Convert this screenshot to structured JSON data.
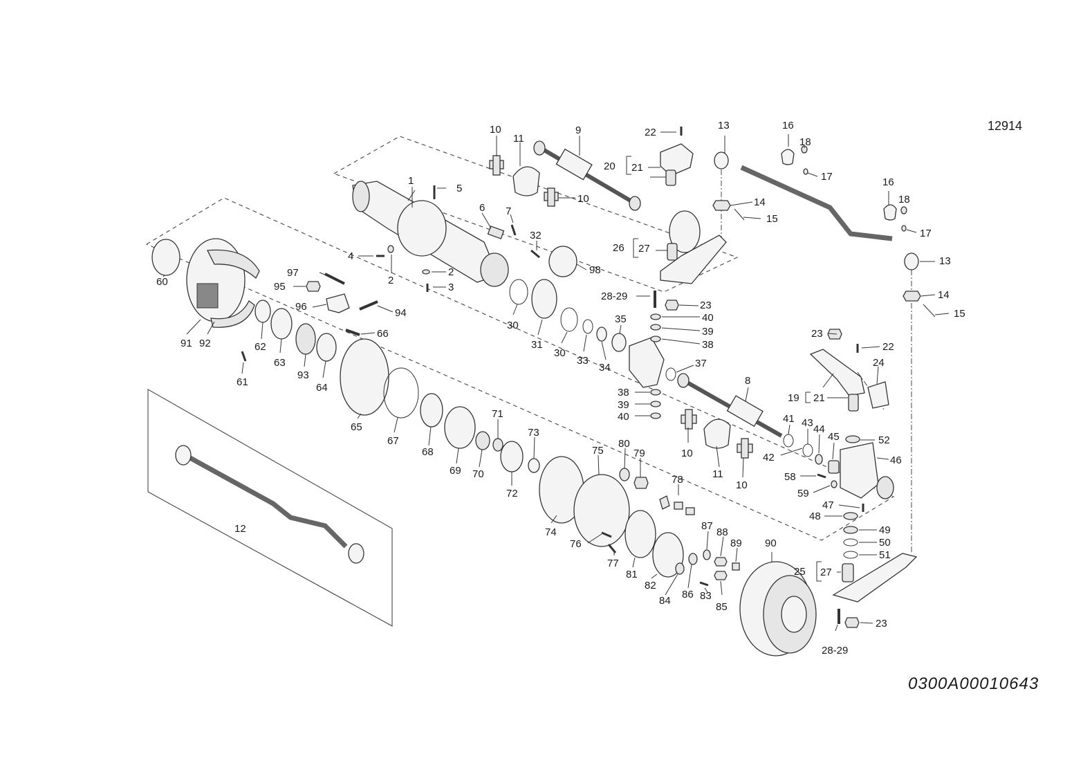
{
  "drawing": {
    "ref_number": "12914",
    "code": "0300A00010643"
  },
  "callouts": [
    {
      "id": "c1",
      "text": "1"
    },
    {
      "id": "c2a",
      "text": "2"
    },
    {
      "id": "c2b",
      "text": "2"
    },
    {
      "id": "c3",
      "text": "3"
    },
    {
      "id": "c4",
      "text": "4"
    },
    {
      "id": "c5",
      "text": "5"
    },
    {
      "id": "c6",
      "text": "6"
    },
    {
      "id": "c7",
      "text": "7"
    },
    {
      "id": "c8",
      "text": "8"
    },
    {
      "id": "c9",
      "text": "9"
    },
    {
      "id": "c10a",
      "text": "10"
    },
    {
      "id": "c10b",
      "text": "10"
    },
    {
      "id": "c10c",
      "text": "10"
    },
    {
      "id": "c10d",
      "text": "10"
    },
    {
      "id": "c11a",
      "text": "11"
    },
    {
      "id": "c11b",
      "text": "11"
    },
    {
      "id": "c12",
      "text": "12"
    },
    {
      "id": "c13a",
      "text": "13"
    },
    {
      "id": "c13b",
      "text": "13"
    },
    {
      "id": "c14a",
      "text": "14"
    },
    {
      "id": "c14b",
      "text": "14"
    },
    {
      "id": "c15a",
      "text": "15"
    },
    {
      "id": "c15b",
      "text": "15"
    },
    {
      "id": "c16a",
      "text": "16"
    },
    {
      "id": "c16b",
      "text": "16"
    },
    {
      "id": "c17a",
      "text": "17"
    },
    {
      "id": "c17b",
      "text": "17"
    },
    {
      "id": "c18a",
      "text": "18"
    },
    {
      "id": "c18b",
      "text": "18"
    },
    {
      "id": "c19",
      "text": "19"
    },
    {
      "id": "c20",
      "text": "20"
    },
    {
      "id": "c21a",
      "text": "21"
    },
    {
      "id": "c21b",
      "text": "21"
    },
    {
      "id": "c22a",
      "text": "22"
    },
    {
      "id": "c22b",
      "text": "22"
    },
    {
      "id": "c23a",
      "text": "23"
    },
    {
      "id": "c23b",
      "text": "23"
    },
    {
      "id": "c23c",
      "text": "23"
    },
    {
      "id": "c24",
      "text": "24"
    },
    {
      "id": "c25",
      "text": "25"
    },
    {
      "id": "c26",
      "text": "26"
    },
    {
      "id": "c27a",
      "text": "27"
    },
    {
      "id": "c27b",
      "text": "27"
    },
    {
      "id": "c2829a",
      "text": "28-29"
    },
    {
      "id": "c2829b",
      "text": "28-29"
    },
    {
      "id": "c30a",
      "text": "30"
    },
    {
      "id": "c30b",
      "text": "30"
    },
    {
      "id": "c31",
      "text": "31"
    },
    {
      "id": "c32",
      "text": "32"
    },
    {
      "id": "c33",
      "text": "33"
    },
    {
      "id": "c34",
      "text": "34"
    },
    {
      "id": "c35",
      "text": "35"
    },
    {
      "id": "c37",
      "text": "37"
    },
    {
      "id": "c38a",
      "text": "38"
    },
    {
      "id": "c38b",
      "text": "38"
    },
    {
      "id": "c39a",
      "text": "39"
    },
    {
      "id": "c39b",
      "text": "39"
    },
    {
      "id": "c40a",
      "text": "40"
    },
    {
      "id": "c40b",
      "text": "40"
    },
    {
      "id": "c41",
      "text": "41"
    },
    {
      "id": "c42",
      "text": "42"
    },
    {
      "id": "c43",
      "text": "43"
    },
    {
      "id": "c44",
      "text": "44"
    },
    {
      "id": "c45",
      "text": "45"
    },
    {
      "id": "c46",
      "text": "46"
    },
    {
      "id": "c47",
      "text": "47"
    },
    {
      "id": "c48",
      "text": "48"
    },
    {
      "id": "c49",
      "text": "49"
    },
    {
      "id": "c50",
      "text": "50"
    },
    {
      "id": "c51",
      "text": "51"
    },
    {
      "id": "c52",
      "text": "52"
    },
    {
      "id": "c58",
      "text": "58"
    },
    {
      "id": "c59",
      "text": "59"
    },
    {
      "id": "c60",
      "text": "60"
    },
    {
      "id": "c61",
      "text": "61"
    },
    {
      "id": "c62",
      "text": "62"
    },
    {
      "id": "c63",
      "text": "63"
    },
    {
      "id": "c64",
      "text": "64"
    },
    {
      "id": "c65",
      "text": "65"
    },
    {
      "id": "c66",
      "text": "66"
    },
    {
      "id": "c67",
      "text": "67"
    },
    {
      "id": "c68",
      "text": "68"
    },
    {
      "id": "c69",
      "text": "69"
    },
    {
      "id": "c70",
      "text": "70"
    },
    {
      "id": "c71",
      "text": "71"
    },
    {
      "id": "c72",
      "text": "72"
    },
    {
      "id": "c73",
      "text": "73"
    },
    {
      "id": "c74",
      "text": "74"
    },
    {
      "id": "c75",
      "text": "75"
    },
    {
      "id": "c76",
      "text": "76"
    },
    {
      "id": "c77",
      "text": "77"
    },
    {
      "id": "c78",
      "text": "78"
    },
    {
      "id": "c79",
      "text": "79"
    },
    {
      "id": "c80",
      "text": "80"
    },
    {
      "id": "c81",
      "text": "81"
    },
    {
      "id": "c82",
      "text": "82"
    },
    {
      "id": "c83",
      "text": "83"
    },
    {
      "id": "c84",
      "text": "84"
    },
    {
      "id": "c85",
      "text": "85"
    },
    {
      "id": "c86",
      "text": "86"
    },
    {
      "id": "c87",
      "text": "87"
    },
    {
      "id": "c88",
      "text": "88"
    },
    {
      "id": "c89",
      "text": "89"
    },
    {
      "id": "c90",
      "text": "90"
    },
    {
      "id": "c91",
      "text": "91"
    },
    {
      "id": "c92",
      "text": "92"
    },
    {
      "id": "c93",
      "text": "93"
    },
    {
      "id": "c94",
      "text": "94"
    },
    {
      "id": "c95",
      "text": "95"
    },
    {
      "id": "c96",
      "text": "96"
    },
    {
      "id": "c97",
      "text": "97"
    },
    {
      "id": "c98",
      "text": "98"
    }
  ]
}
